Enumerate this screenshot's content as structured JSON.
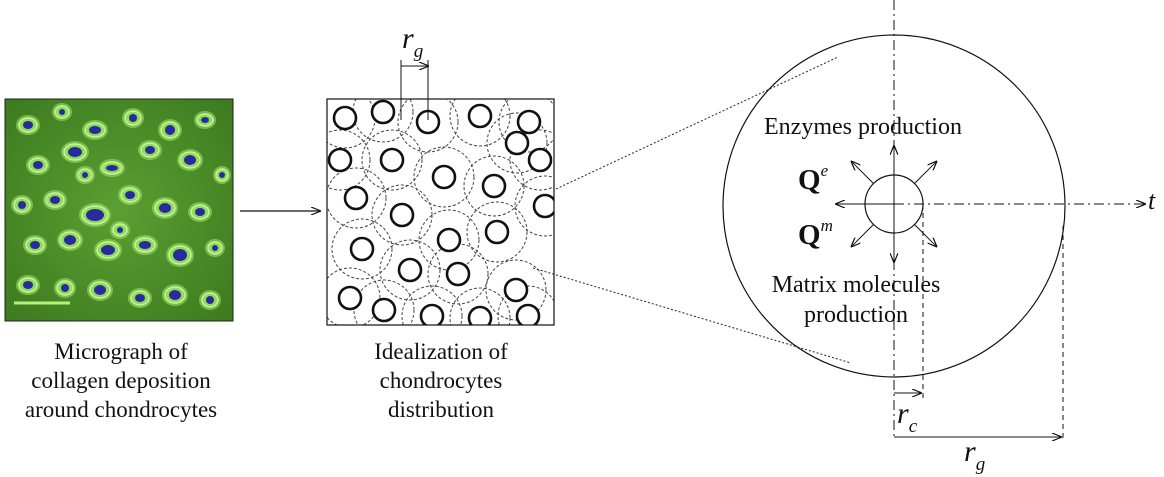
{
  "captions": {
    "micrograph": [
      "Micrograph of",
      "collagen deposition",
      "around chondrocytes"
    ],
    "idealization": [
      "Idealization of",
      "chondrocytes",
      "distribution"
    ]
  },
  "labels": {
    "enzymes": "Enzymes production",
    "matrix": [
      "Matrix molecules",
      "production"
    ],
    "Q": "Q",
    "e": "e",
    "m": "m",
    "r": "r",
    "g": "g",
    "c": "c",
    "t": "t"
  },
  "colors": {
    "micrograph_bg": "#4e8f2a",
    "cell_green": "#a8e86a",
    "nucleus": "#2a2a9a"
  }
}
